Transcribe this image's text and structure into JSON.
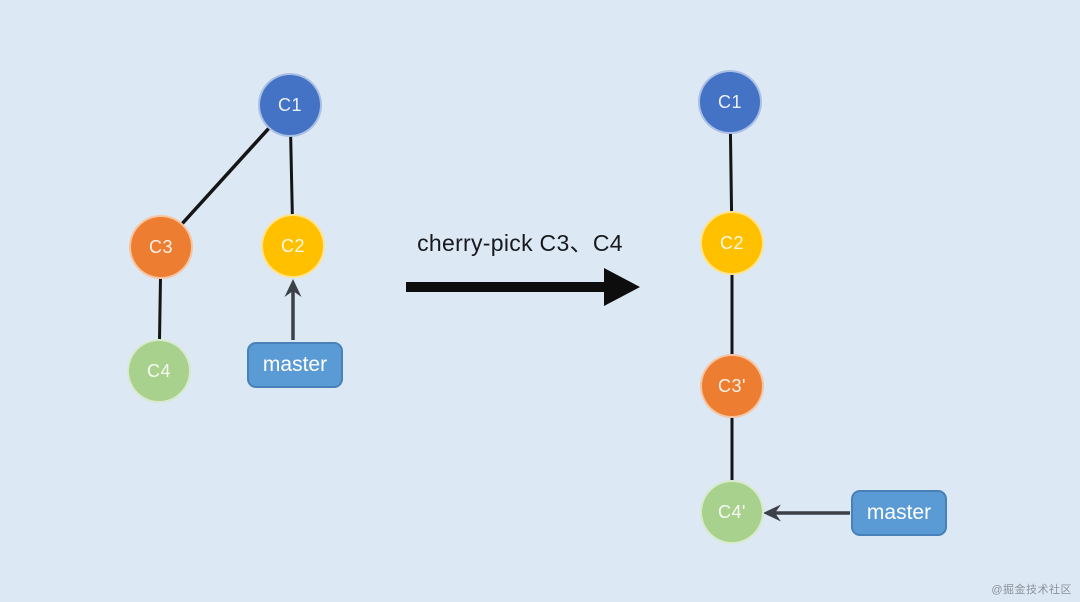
{
  "diagram": {
    "caption": "cherry-pick C3、C4",
    "watermark": "@掘金技术社区"
  },
  "colors": {
    "background": "#dce8f4",
    "commit_blue": "#4472c4",
    "commit_yellow": "#ffc000",
    "commit_orange": "#ed7d31",
    "commit_green": "#a9d18e",
    "branch_label_bg": "#5b9bd5",
    "edge_black": "#151515",
    "pointer_gray": "#3c4148"
  },
  "left_graph": {
    "nodes": [
      {
        "id": "C1",
        "label": "C1",
        "color": "#4472c4"
      },
      {
        "id": "C2",
        "label": "C2",
        "color": "#ffc000"
      },
      {
        "id": "C3",
        "label": "C3",
        "color": "#ed7d31"
      },
      {
        "id": "C4",
        "label": "C4",
        "color": "#a9d18e"
      }
    ],
    "edges": [
      "C1-C2",
      "C1-C3",
      "C3-C4"
    ],
    "branch_label": "master",
    "branch_points_to": "C2"
  },
  "right_graph": {
    "nodes": [
      {
        "id": "C1",
        "label": "C1",
        "color": "#4472c4"
      },
      {
        "id": "C2",
        "label": "C2",
        "color": "#ffc000"
      },
      {
        "id": "C3p",
        "label": "C3'",
        "color": "#ed7d31"
      },
      {
        "id": "C4p",
        "label": "C4'",
        "color": "#a9d18e"
      }
    ],
    "edges": [
      "C1-C2",
      "C2-C3p",
      "C3p-C4p"
    ],
    "branch_label": "master",
    "branch_points_to": "C4p"
  }
}
